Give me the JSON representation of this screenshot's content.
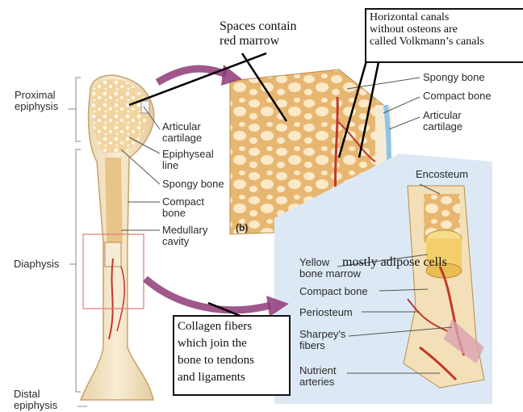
{
  "labels": {
    "proximal_epiphysis": [
      "Proximal",
      "epiphysis"
    ],
    "diaphysis": "Diaphysis",
    "distal_epiphysis": [
      "Distal",
      "epiphysis"
    ],
    "articular_cartilage_bone": [
      "Articular",
      "cartilage"
    ],
    "epiphyseal_line": [
      "Epiphyseal",
      "line"
    ],
    "spongy_bone_bone": "Spongy bone",
    "compact_bone_bone": [
      "Compact",
      "bone"
    ],
    "medullary_cavity": [
      "Medullary",
      "cavity"
    ],
    "panel_b": "(b)",
    "spongy_bone_detail": "Spongy bone",
    "compact_bone_detail": "Compact bone",
    "articular_cartilage_detail": [
      "Articular",
      "cartilage"
    ],
    "endosteum": "Encosteum",
    "yellow_marrow": [
      "Yellow",
      "bone marrow"
    ],
    "compact_bone_shaft": "Compact bone",
    "periosteum": "Periosteum",
    "sharpeys_fibers": [
      "Sharpey's",
      "fibers"
    ],
    "nutrient_arteries": [
      "Nutrient",
      "arteries"
    ]
  },
  "annotations": {
    "spaces_marrow": [
      "Spaces contain",
      "red marrow"
    ],
    "volkmann": [
      "Horizontal canals",
      "without osteons are",
      "called Volkmann’s canals"
    ],
    "adipose": "mostly adipose cells",
    "collagen": [
      "Collagen fibers",
      "which join the",
      "bone to tendons",
      "and ligaments"
    ]
  },
  "colors": {
    "bone": "#f4e6c8",
    "spongy": "#e9c489",
    "marrow": "#e0b86a",
    "vessel": "#c0392b",
    "arrow": "#8e3a78",
    "panel_bg": "#dce9f5"
  }
}
